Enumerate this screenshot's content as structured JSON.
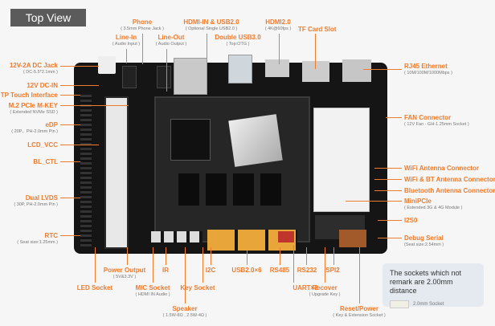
{
  "title": "Top View",
  "labels": {
    "phone": {
      "t": "Phone",
      "s": "( 3.5mm Phone Jack )"
    },
    "line_in": {
      "t": "Line-In",
      "s": "( Audio Input )"
    },
    "line_out": {
      "t": "Line-Out",
      "s": "( Audio Output )"
    },
    "hdmi_in": {
      "t": "HDMI-IN & USB2.0",
      "s": "( Optional Single USB2.0 )"
    },
    "usb3": {
      "t": "Double USB3.0",
      "s": "( Top:OTG )"
    },
    "hdmi2": {
      "t": "HDMI2.0",
      "s": "( 4K@60fps )"
    },
    "tf": {
      "t": "TF Card Slot"
    },
    "rj45": {
      "t": "RJ45 Ethernet",
      "s": "( 10M/100M/1000Mbps )"
    },
    "dc_jack": {
      "t": "12V-2A DC Jack",
      "s": "( DC-5.5*2.1mm )"
    },
    "dc_in": {
      "t": "12V DC-IN"
    },
    "tp": {
      "t": "TP Touch Interface"
    },
    "m2": {
      "t": "M.2 PCIe M-KEY",
      "s": "( Extended NVMe SSD )"
    },
    "edp": {
      "t": "eDP",
      "s": "( 20P、PH-2.0mm Pin )"
    },
    "lcd_vcc": {
      "t": "LCD_VCC"
    },
    "bl_ctl": {
      "t": "BL_CTL"
    },
    "lvds": {
      "t": "Dual LVDS",
      "s": "( 30P, PH-2.0mm Pin )"
    },
    "rtc": {
      "t": "RTC",
      "s": "( Seat size:1.25mm )"
    },
    "fan": {
      "t": "FAN Connector",
      "s": "( 12V Fan - GH-1.25mm Socket )"
    },
    "wifi_ant": {
      "t": "WiFi Antenna Connector"
    },
    "wifi_bt_ant": {
      "t": "WiFi & BT Antenna Connector"
    },
    "bt_ant": {
      "t": "Bluetooth Antenna Connector"
    },
    "minipcie": {
      "t": "MiniPCIe",
      "s": "( Extended 3G & 4G Module )"
    },
    "i2s0": {
      "t": "I2S0"
    },
    "debug": {
      "t": "Debug Serial",
      "s": "(Seat size:2.54mm )"
    },
    "led": {
      "t": "LED Socket"
    },
    "power_out": {
      "t": "Power Output",
      "s": "( 5V&3.3V )"
    },
    "ir": {
      "t": "IR"
    },
    "mic": {
      "t": "MIC Socket",
      "s": "( HDMI IN Audio )"
    },
    "key": {
      "t": "Key Socket"
    },
    "speaker": {
      "t": "Speaker",
      "s": "( 1.5W-8Ω , 2.5W-4Ω )"
    },
    "i2c": {
      "t": "I2C"
    },
    "usb2": {
      "t": "USB2.0×6"
    },
    "rs485": {
      "t": "RS485"
    },
    "rs232": {
      "t": "RS232"
    },
    "uart": {
      "t": "UART×2"
    },
    "spi2": {
      "t": "SPI2"
    },
    "recover": {
      "t": "Recover",
      "s": "( Upgrade Key )"
    },
    "reset": {
      "t": "Reset/Power",
      "s": "( Key & Extension Socket )"
    }
  },
  "note": {
    "text": "The sockets which not remark are 2.00mm distance",
    "legend": "2.0mm Socket"
  },
  "colors": {
    "accent": "#f07b2c",
    "board": "#151515"
  }
}
